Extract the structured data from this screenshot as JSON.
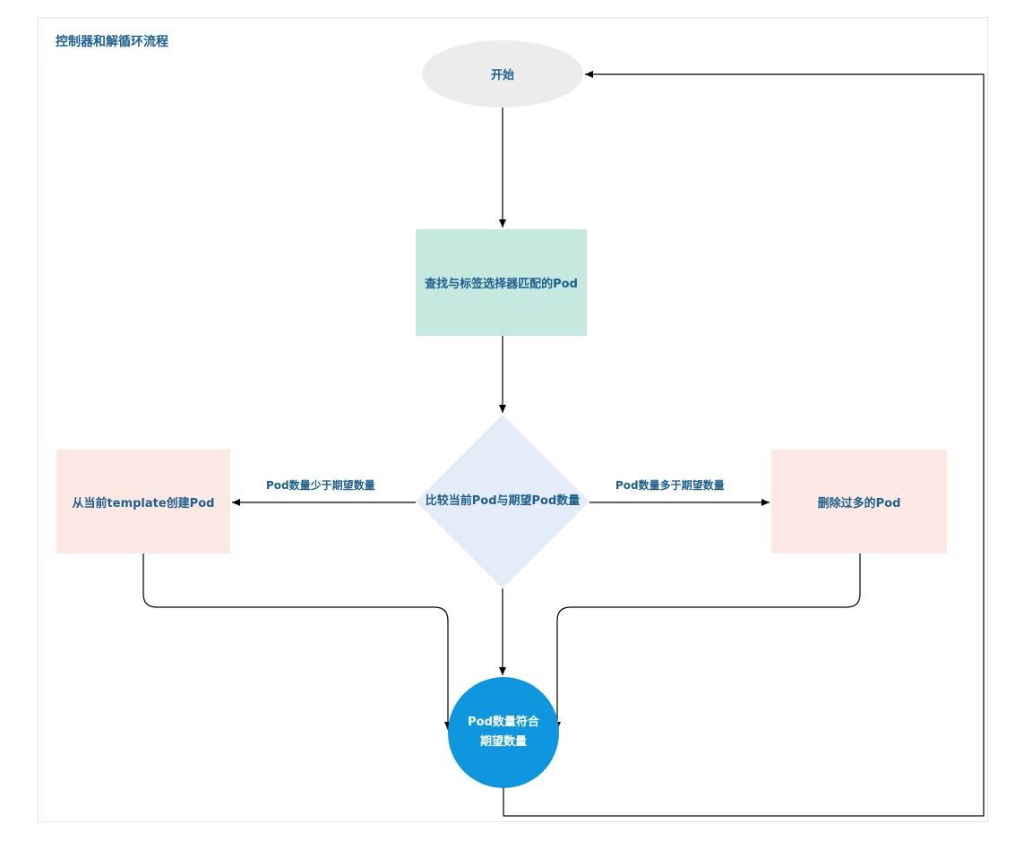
{
  "diagram": {
    "title": "控制器和解循环流程",
    "nodes": {
      "start": "开始",
      "find_pods": "查找与标签选择器匹配的Pod",
      "compare": "比较当前Pod与期望Pod数量",
      "create_pod": "从当前template创建Pod",
      "delete_pods": "删除过多的Pod",
      "done": "Pod数量符合期望数量"
    },
    "edges": {
      "fewer": "Pod数量少于期望数量",
      "more": "Pod数量多于期望数量"
    },
    "colors": {
      "title_text": "#1d5f8f",
      "start_fill": "#ececec",
      "find_fill": "#c6e9df",
      "decision_fill": "#e4ecf8",
      "action_fill": "#fde9e3",
      "done_fill": "#0e97de",
      "arrow": "#000000"
    }
  }
}
